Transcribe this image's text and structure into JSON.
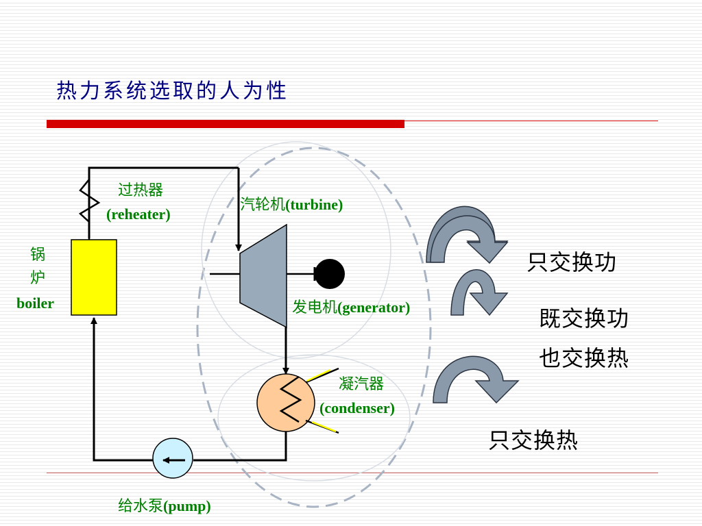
{
  "title": "热力系统选取的人为性",
  "labels": {
    "boiler_cn_1": "锅",
    "boiler_cn_2": "炉",
    "boiler_en": "boiler",
    "reheater_cn": "过热器",
    "reheater_en": "(reheater)",
    "turbine_cn": "汽轮机",
    "turbine_en": "(turbine)",
    "generator_cn": "发电机",
    "generator_en": "(generator)",
    "condenser_cn": "凝汽器",
    "condenser_en": "(condenser)",
    "pump_cn": "给水泵",
    "pump_en": "(pump)"
  },
  "annotations": {
    "work_only": "只交换功",
    "both_1": "既交换功",
    "both_2": "也交换热",
    "heat_only": "只交换热"
  },
  "colors": {
    "title": "#000080",
    "label_green": "#008000",
    "accent_red": "#d40000",
    "boiler_fill": "#ffff00",
    "turbine_fill": "#99aabb",
    "condenser_fill": "#ffcc99",
    "pump_fill": "#ccf2ff",
    "arrow_fill": "#8090a0",
    "boundary_dash": "#a8b4c4"
  }
}
